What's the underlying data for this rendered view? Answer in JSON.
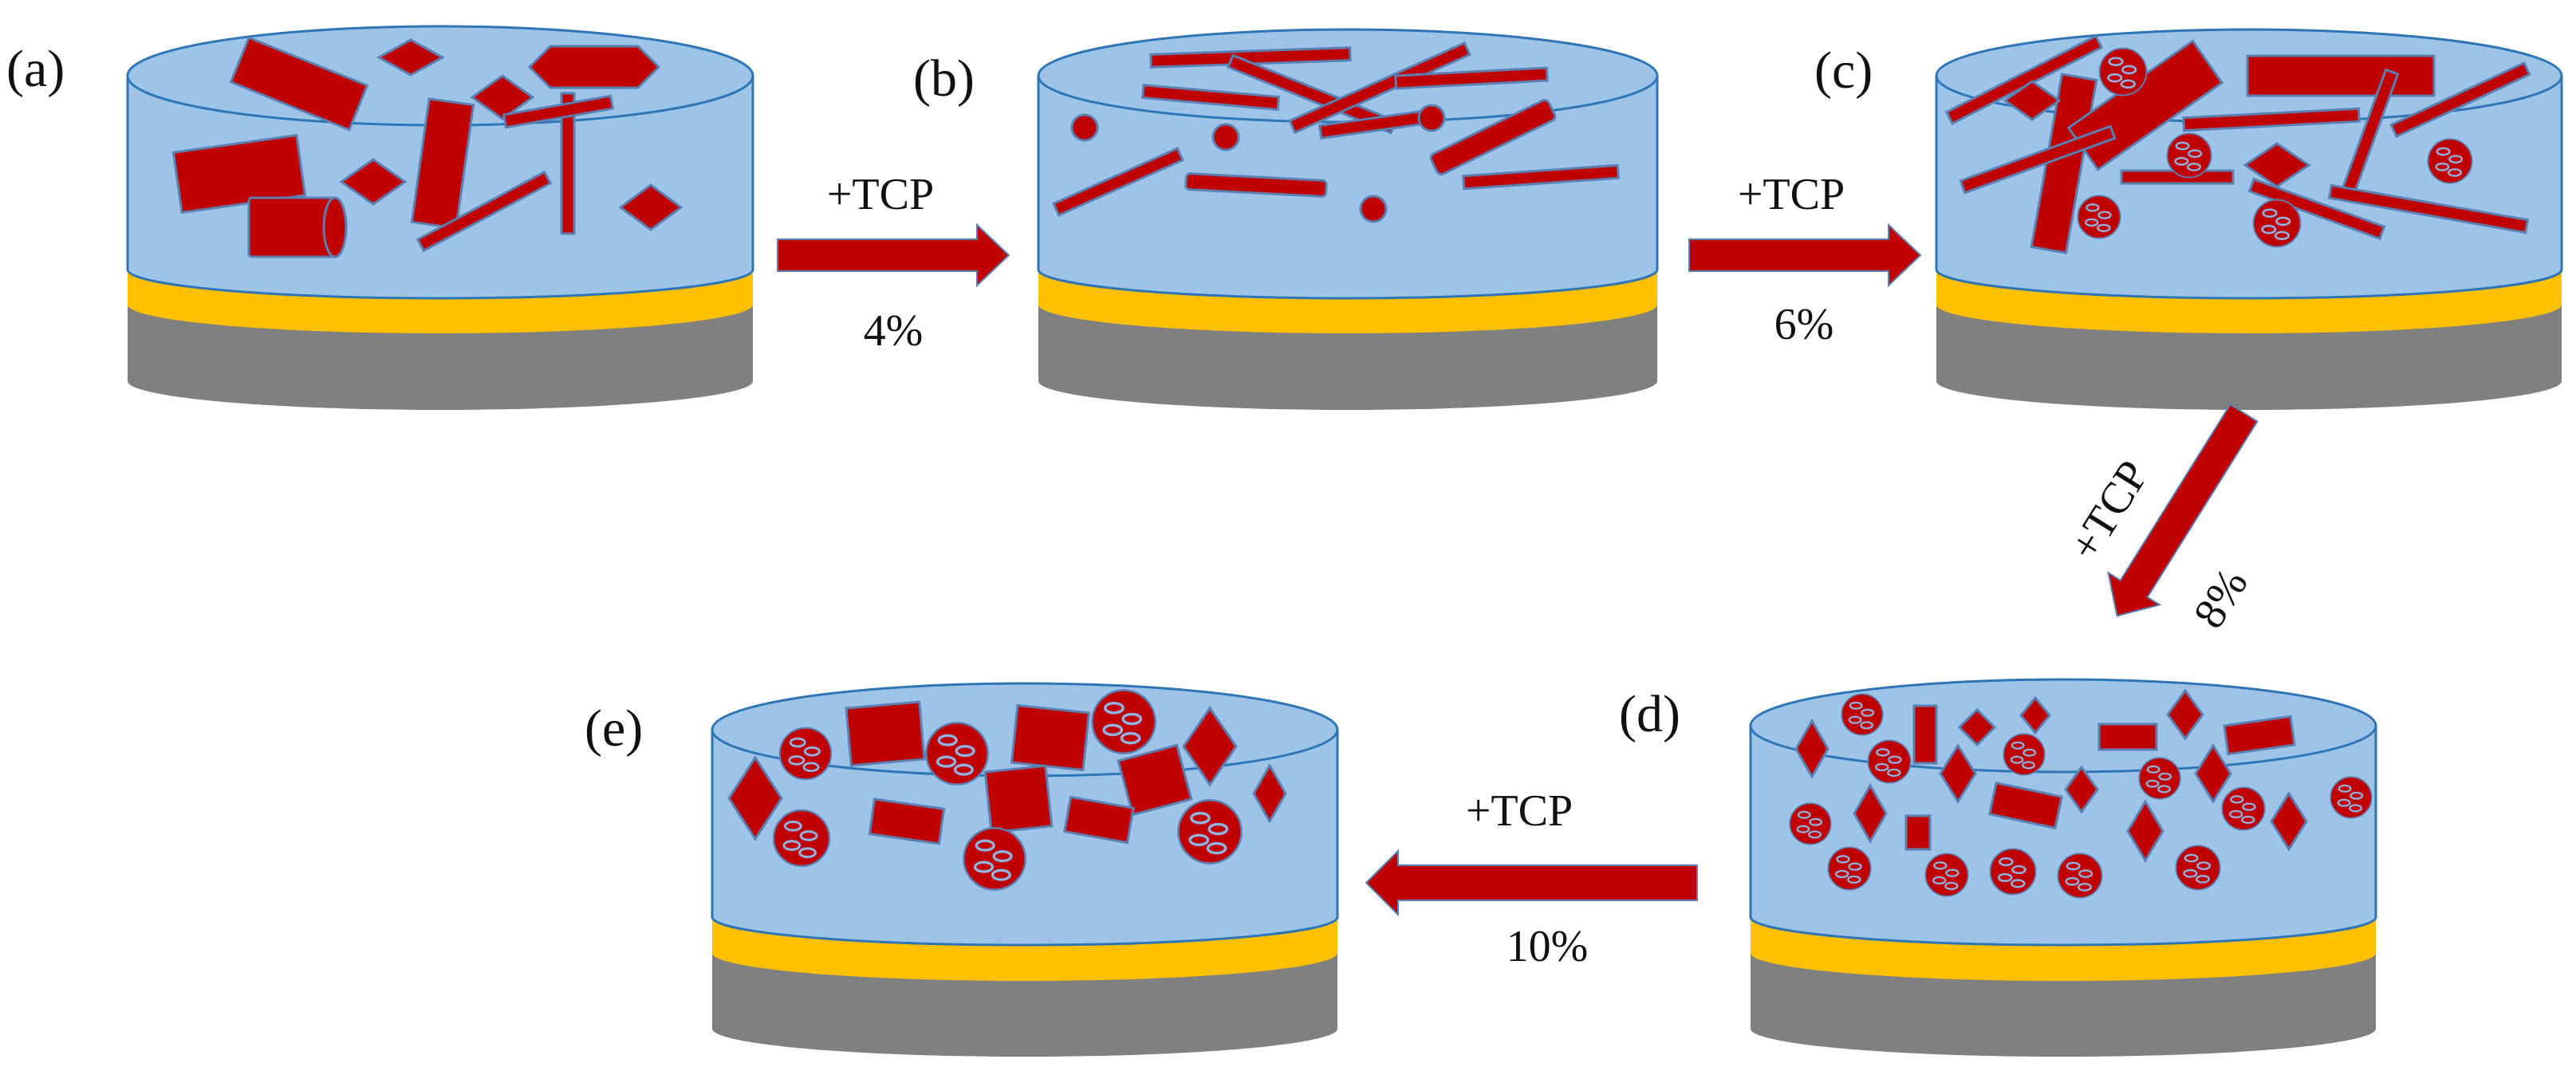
{
  "colors": {
    "solution_fill": "#9dc3e6",
    "solution_stroke": "#2e75b6",
    "electrode_gold": "#ffc000",
    "substrate_gray": "#808080",
    "particle_red": "#c00000",
    "particle_edge": "#5b7fb3",
    "arrow_red": "#c00000"
  },
  "panels": [
    {
      "id": "a",
      "label": "(a)",
      "morphology": "large-blocks"
    },
    {
      "id": "b",
      "label": "(b)",
      "morphology": "rods"
    },
    {
      "id": "c",
      "label": "(c)",
      "morphology": "rods-and-spheres"
    },
    {
      "id": "d",
      "label": "(d)",
      "morphology": "small-particles"
    },
    {
      "id": "e",
      "label": "(e)",
      "morphology": "large-particles"
    }
  ],
  "steps": [
    {
      "from": "a",
      "to": "b",
      "reagent": "+TCP",
      "amount": "4%"
    },
    {
      "from": "b",
      "to": "c",
      "reagent": "+TCP",
      "amount": "6%"
    },
    {
      "from": "c",
      "to": "d",
      "reagent": "+TCP",
      "amount": "8%"
    },
    {
      "from": "d",
      "to": "e",
      "reagent": "+TCP",
      "amount": "10%"
    }
  ]
}
